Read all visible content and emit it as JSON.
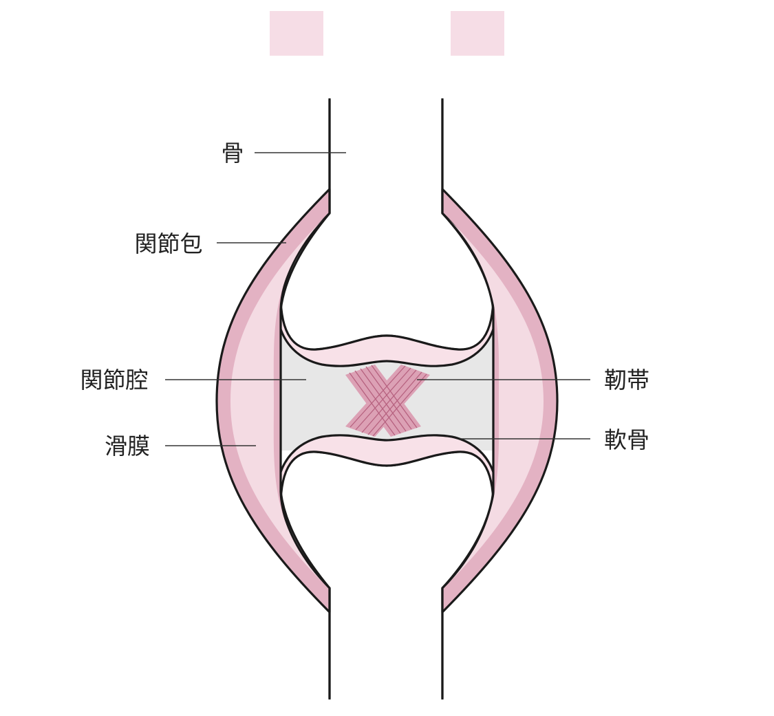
{
  "title": "正常な関節",
  "labels": {
    "bone": "骨",
    "joint_capsule": "関節包",
    "joint_cavity": "関節腔",
    "synovium": "滑膜",
    "ligament": "靭帯",
    "cartilage": "軟骨"
  },
  "colors": {
    "title_bg": "#f6dde6",
    "capsule_pink": "#e3b2c3",
    "synovium_light": "#f4dbe3",
    "cartilage_fill": "#f8e1e8",
    "cavity_gray": "#e7e7e7",
    "ligament_pink": "#dca1b5",
    "ligament_line": "#b6617f",
    "outline": "#1a1a1a"
  }
}
